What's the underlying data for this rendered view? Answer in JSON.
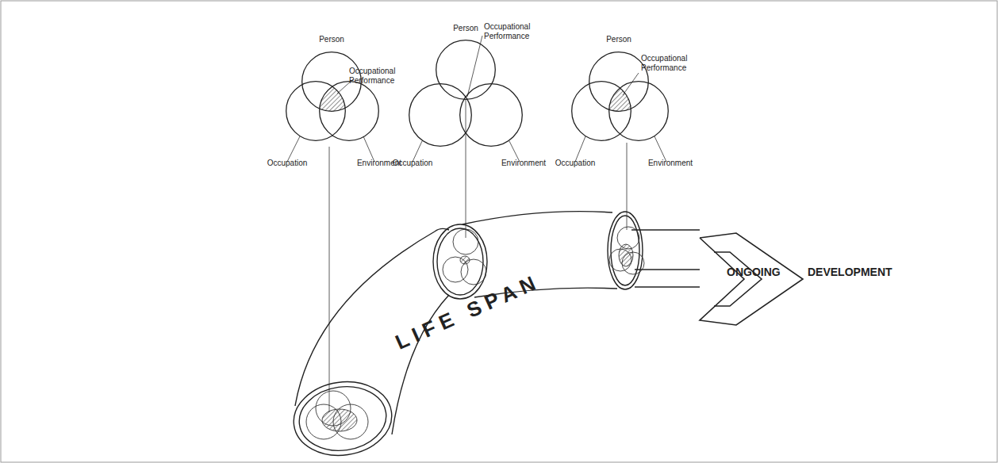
{
  "diagram": {
    "nodes": [
      {
        "text": [
          "Person"
        ]
      },
      {
        "text": [
          "Occupation"
        ]
      },
      {
        "text": [
          "Environment"
        ]
      },
      {
        "text": [
          "Person"
        ]
      },
      {
        "text": [
          "Occupation"
        ]
      },
      {
        "text": [
          "Environment"
        ]
      },
      {
        "text": [
          "Person"
        ]
      },
      {
        "text": [
          "Occupation"
        ]
      },
      {
        "text": [
          "Environment"
        ]
      }
    ],
    "labels": [
      "Occupational Performance",
      "Occupational Performance",
      "Occupational Performance",
      "LIFE SPAN",
      "ONGOING",
      "DEVELOPMENT"
    ]
  }
}
